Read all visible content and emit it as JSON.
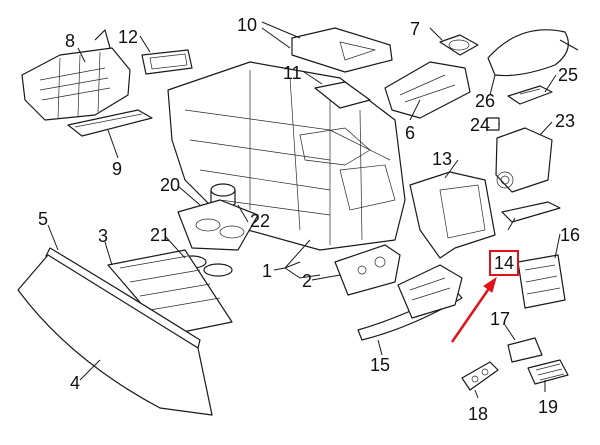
{
  "diagram": {
    "callouts": [
      {
        "id": "c1",
        "label": "1"
      },
      {
        "id": "c2",
        "label": "2"
      },
      {
        "id": "c3",
        "label": "3"
      },
      {
        "id": "c4",
        "label": "4"
      },
      {
        "id": "c5",
        "label": "5"
      },
      {
        "id": "c6",
        "label": "6"
      },
      {
        "id": "c7",
        "label": "7"
      },
      {
        "id": "c8",
        "label": "8"
      },
      {
        "id": "c9",
        "label": "9"
      },
      {
        "id": "c10",
        "label": "10"
      },
      {
        "id": "c11",
        "label": "11"
      },
      {
        "id": "c12",
        "label": "12"
      },
      {
        "id": "c13",
        "label": "13"
      },
      {
        "id": "c14",
        "label": "14"
      },
      {
        "id": "c15",
        "label": "15"
      },
      {
        "id": "c16",
        "label": "16"
      },
      {
        "id": "c17",
        "label": "17"
      },
      {
        "id": "c18",
        "label": "18"
      },
      {
        "id": "c19",
        "label": "19"
      },
      {
        "id": "c20",
        "label": "20"
      },
      {
        "id": "c21",
        "label": "21"
      },
      {
        "id": "c22",
        "label": "22"
      },
      {
        "id": "c23",
        "label": "23"
      },
      {
        "id": "c24",
        "label": "24"
      },
      {
        "id": "c25",
        "label": "25"
      },
      {
        "id": "c26",
        "label": "26"
      }
    ],
    "highlight": {
      "callout_label": "14",
      "box_color": "#e0121b",
      "arrow_color": "#e0121b"
    }
  }
}
